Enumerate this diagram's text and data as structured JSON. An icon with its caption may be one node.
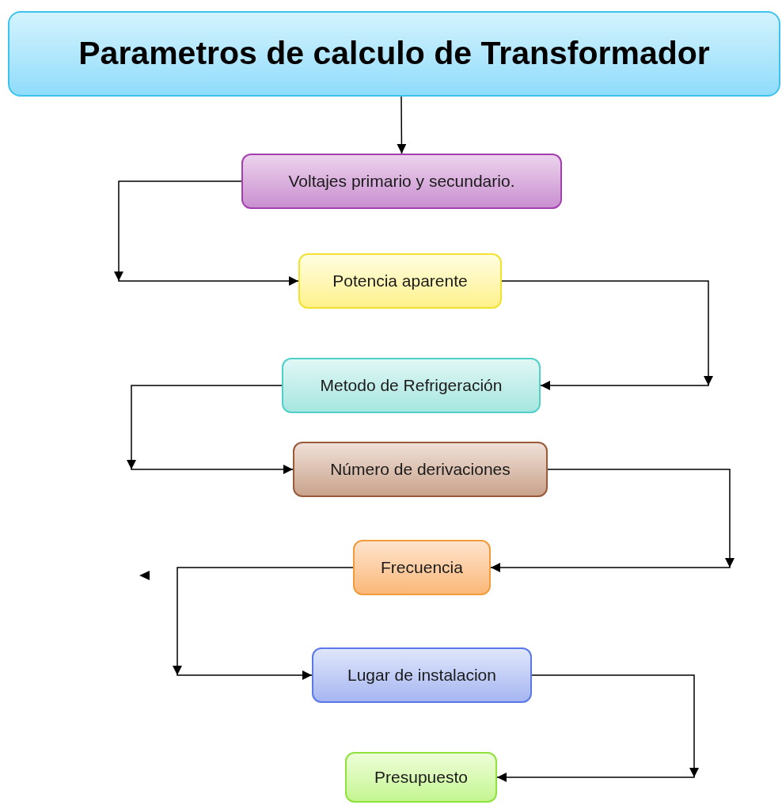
{
  "diagram": {
    "title": "Parametros de calculo de Transformador",
    "nodes": [
      {
        "text": [
          "Voltajes primario y secundario."
        ]
      },
      {
        "text": [
          "Potencia aparente"
        ]
      },
      {
        "text": [
          "Metodo de Refrigeración"
        ]
      },
      {
        "text": [
          "Número de derivaciones"
        ]
      },
      {
        "text": [
          "Frecuencia"
        ]
      },
      {
        "text": [
          "Lugar de instalacion"
        ]
      },
      {
        "text": [
          "Presupuesto"
        ]
      }
    ],
    "edges": [
      {
        "from": null,
        "to": 0,
        "arrow": "to"
      },
      {
        "from": 0,
        "to": 1,
        "arrow": "to"
      },
      {
        "from": 1,
        "to": 2,
        "arrow": "to"
      },
      {
        "from": 2,
        "to": 3,
        "arrow": "to"
      },
      {
        "from": 3,
        "to": 4,
        "arrow": "to"
      },
      {
        "from": 4,
        "to": 5,
        "arrow": "to"
      },
      {
        "from": 5,
        "to": 6,
        "arrow": "to"
      }
    ]
  }
}
